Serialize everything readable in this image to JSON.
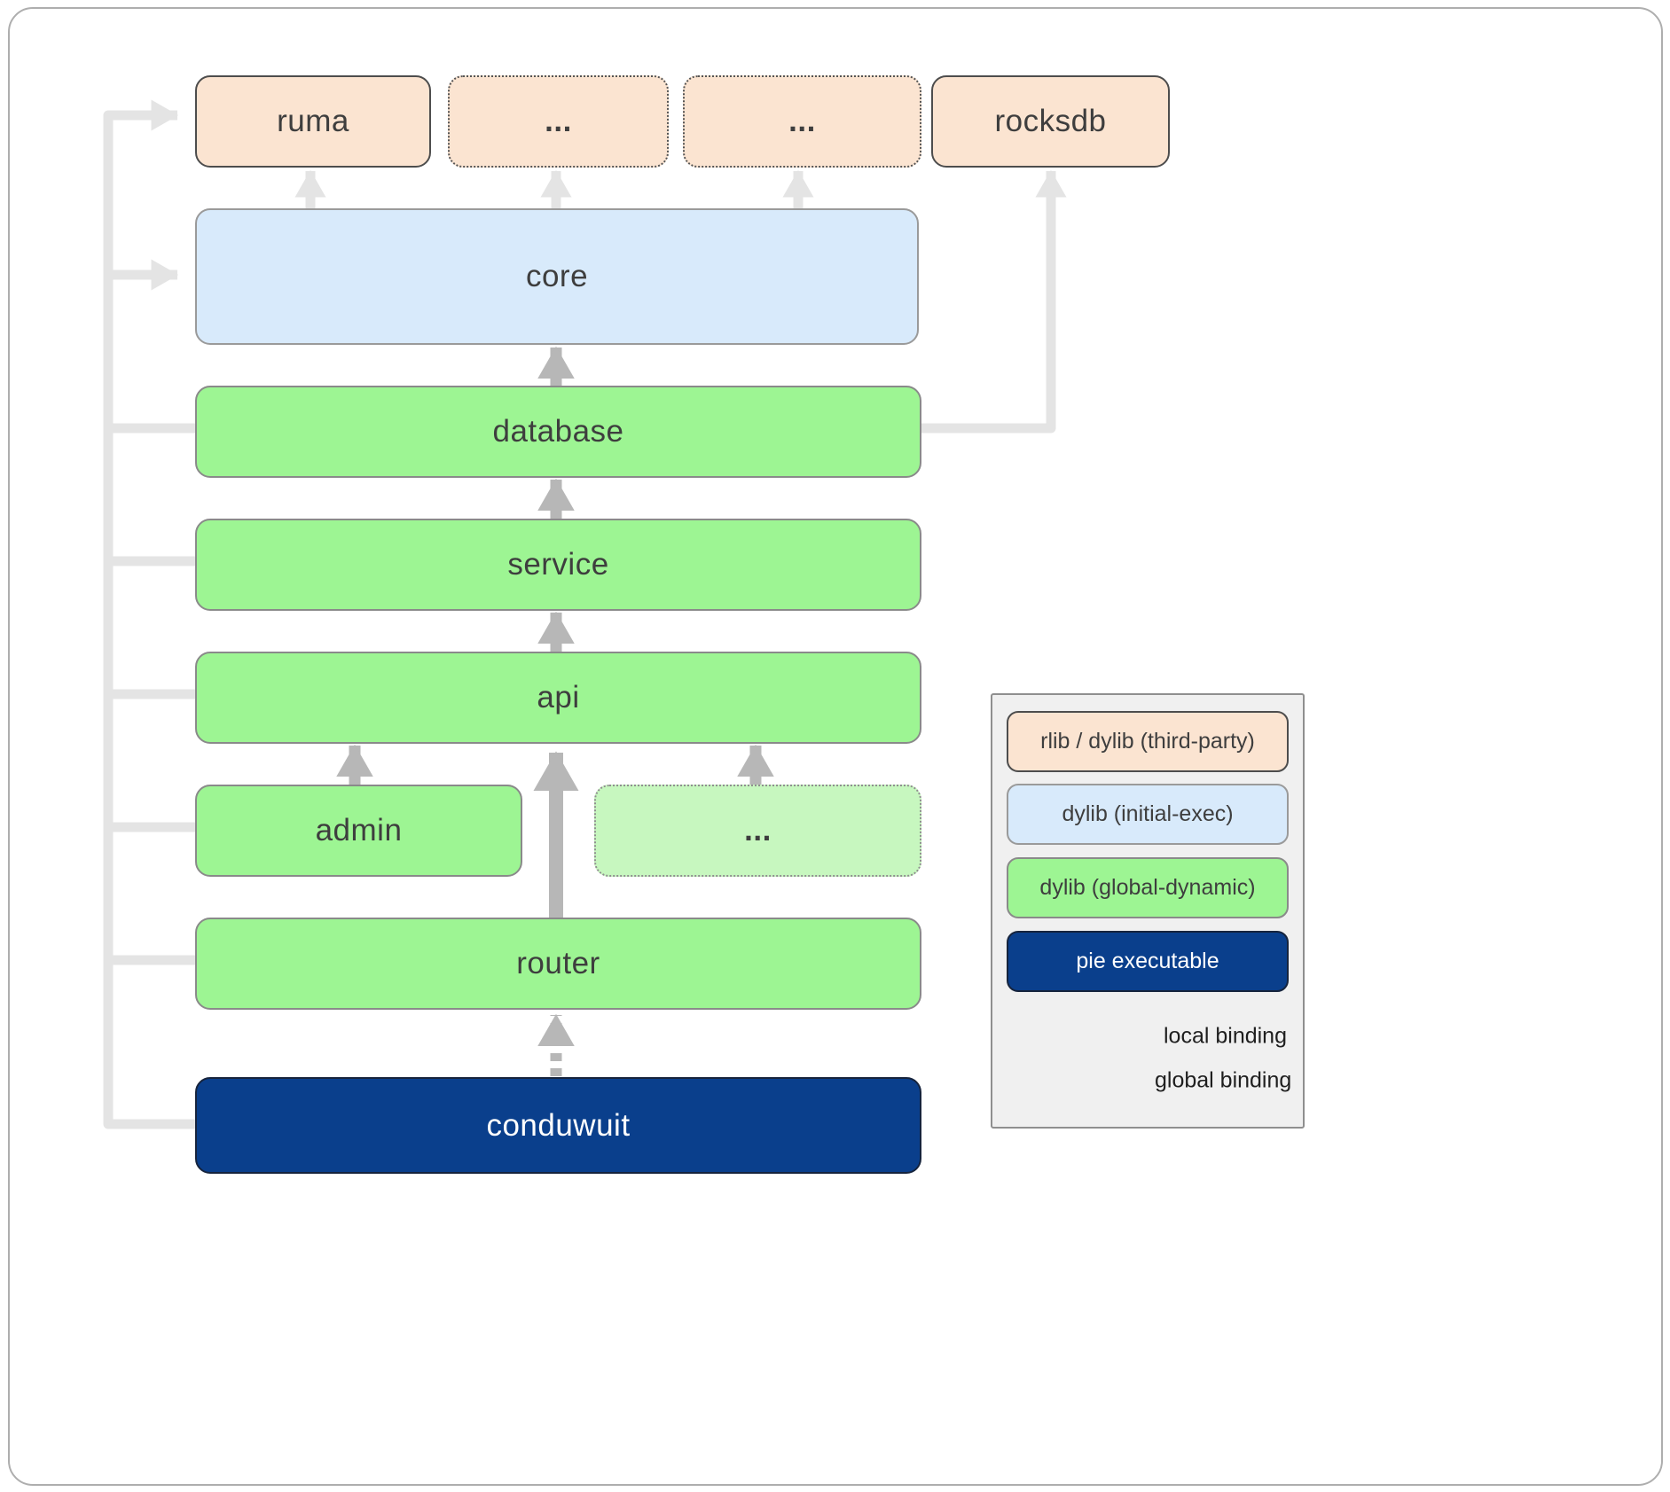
{
  "diagram": {
    "nodes": {
      "ruma": "ruma",
      "third_party_more_1": "...",
      "third_party_more_2": "...",
      "rocksdb": "rocksdb",
      "core": "core",
      "database": "database",
      "service": "service",
      "api": "api",
      "admin": "admin",
      "api_more": "...",
      "router": "router",
      "conduwuit": "conduwuit"
    }
  },
  "legend": {
    "items": [
      {
        "label": "rlib / dylib (third-party)"
      },
      {
        "label": "dylib (initial-exec)"
      },
      {
        "label": "dylib (global-dynamic)"
      },
      {
        "label": "pie executable"
      }
    ],
    "local_binding": "local binding",
    "global_binding": "global binding"
  },
  "colors": {
    "third_party_fill": "#fbe4d1",
    "initial_exec_fill": "#d8eafb",
    "global_dynamic_fill": "#9df593",
    "global_dynamic_light_fill": "#c7f7bf",
    "pie_fill": "#0a3f8c",
    "arrow_light": "#e4e4e4",
    "arrow_medium": "#b7b7b7"
  }
}
